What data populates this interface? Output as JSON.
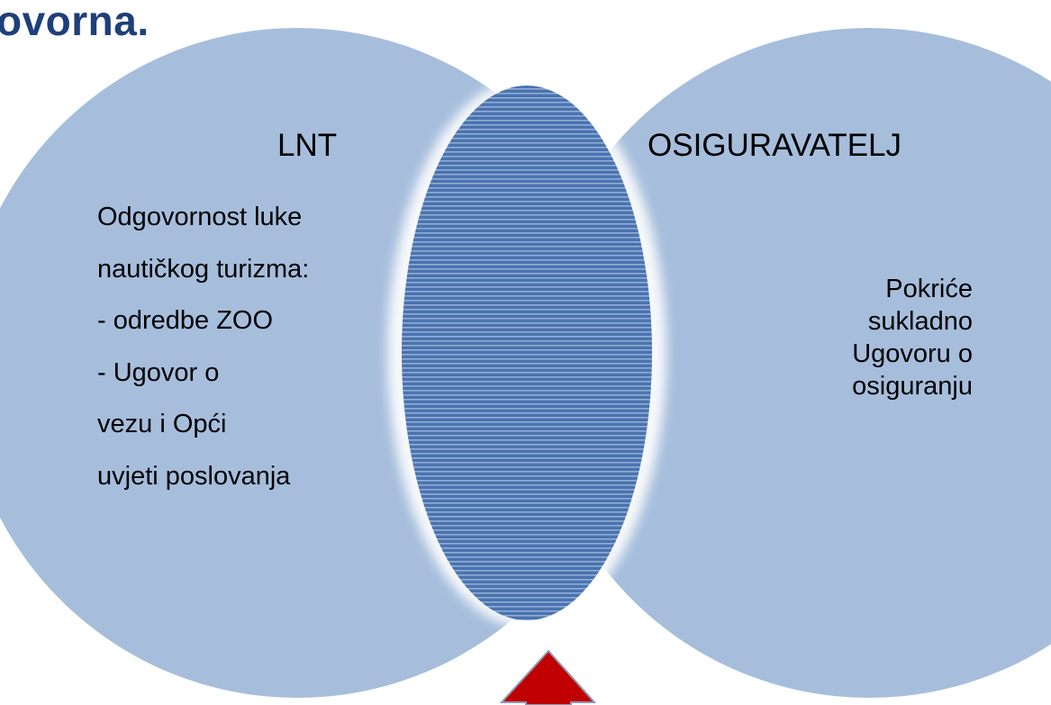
{
  "heading_fragment": "ovorna.",
  "colors": {
    "heading": "#1e3f7a",
    "circle_fill": "#a6bedc",
    "overlap_fill": "#4a73b0",
    "overlap_stripe": "#a9c0de",
    "overlap_glow": "#ffffff",
    "arrow_fill": "#c00000",
    "arrow_stroke": "#8a9bb5",
    "text": "#000000"
  },
  "left_circle": {
    "title": "LNT",
    "lines": [
      "Odgovornost luke",
      "nautičkog turizma:",
      "- odredbe ZOO",
      "- Ugovor o",
      "vezu i Opći",
      "uvjeti poslovanja"
    ]
  },
  "right_circle": {
    "title": "OSIGURAVATELJ",
    "lines": [
      "Pokriće",
      "sukladno",
      "Ugovoru o",
      "osiguranju"
    ]
  },
  "icons": {
    "overlap": "lens-overlap-striped",
    "arrow": "up-arrow-icon"
  }
}
